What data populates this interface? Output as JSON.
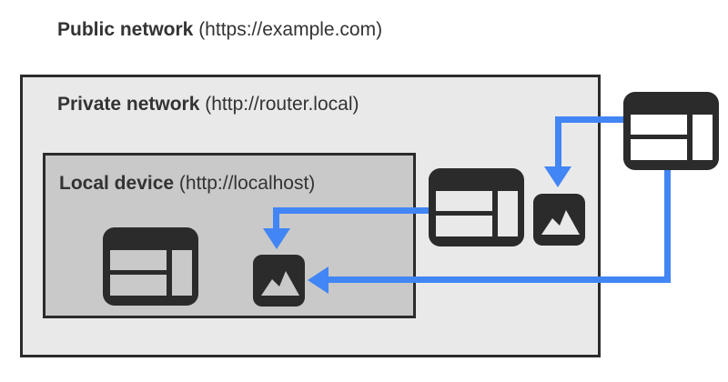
{
  "diagram": {
    "title": {
      "name_bold": "Public network",
      "url_part": " (https://example.com)"
    },
    "private_network": {
      "name_bold": "Private network",
      "url_part": " (http://router.local)"
    },
    "local_device": {
      "name_bold": "Local device",
      "url_part": " (http://localhost)"
    },
    "icons": {
      "public_browser": "browser-window",
      "private_browser": "browser-window",
      "private_image": "image-resource",
      "local_browser": "browser-window",
      "local_image": "image-resource"
    },
    "arrows": [
      {
        "from": "public-network-browser",
        "to": "private-network-image"
      },
      {
        "from": "public-network-browser",
        "to": "local-device-image"
      },
      {
        "from": "private-network-browser",
        "to": "local-device-image"
      }
    ],
    "colors": {
      "accent_blue": "#4285f4",
      "icon_dark": "#2b2b2b",
      "private_bg": "#e9e9e9",
      "local_bg": "#c9c9c9",
      "text": "#333333",
      "page_bg": "#ffffff"
    }
  }
}
